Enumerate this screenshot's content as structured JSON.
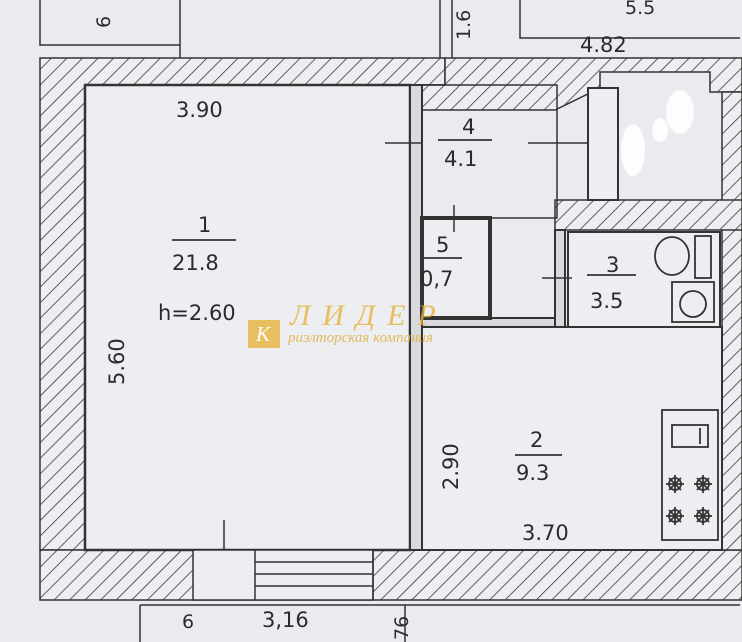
{
  "rooms": [
    {
      "number": "1",
      "area": "21.8"
    },
    {
      "number": "2",
      "area": "9.3"
    },
    {
      "number": "3",
      "area": "3.5"
    },
    {
      "number": "4",
      "area": "4.1"
    },
    {
      "number": "5",
      "area": "0,7"
    }
  ],
  "ceiling_height": "h=2.60",
  "dimensions": {
    "room1_width": "3.90",
    "room1_length": "5.60",
    "room2_width": "3.70",
    "room2_length": "2.90",
    "top_right": "4.82",
    "bottom_wall": "3,16",
    "top_left_partial": "6",
    "top_mid_partial": "1.6",
    "bottom_left_partial": "6",
    "bottom_right_partial": "76",
    "top_right_partial": "5.5"
  },
  "watermark": {
    "logo_letter": "К",
    "name": "ЛИДЕР",
    "tagline": "риэлторская компания"
  },
  "colors": {
    "paper": "#e9ebee",
    "ink": "#2b2b2b",
    "watermark": "#e8b33a"
  }
}
